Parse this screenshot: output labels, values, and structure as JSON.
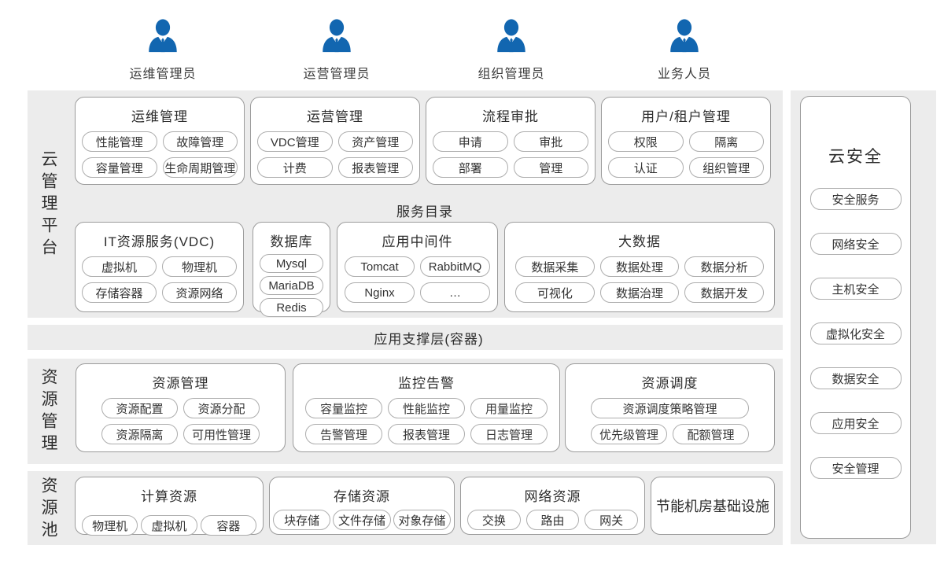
{
  "colors": {
    "accent_blue": "#1266b0",
    "band_bg": "#ececec",
    "block_border": "#9b9b9b",
    "chip_border": "#adadad",
    "text": "#2f2f2f"
  },
  "personas": [
    "运维管理员",
    "运营管理员",
    "组织管理员",
    "业务人员"
  ],
  "left_labels": {
    "cloud_platform": "云管理平台",
    "resource_management": "资源管理",
    "resource_pool": "资源池"
  },
  "platform_row": [
    {
      "title": "运维管理",
      "items": [
        "性能管理",
        "故障管理",
        "容量管理",
        "生命周期管理"
      ]
    },
    {
      "title": "运营管理",
      "items": [
        "VDC管理",
        "资产管理",
        "计费",
        "报表管理"
      ]
    },
    {
      "title": "流程审批",
      "items": [
        "申请",
        "审批",
        "部署",
        "管理"
      ]
    },
    {
      "title": "用户/租户管理",
      "items": [
        "权限",
        "隔离",
        "认证",
        "组织管理"
      ]
    }
  ],
  "service_catalog": {
    "title": "服务目录",
    "blocks": [
      {
        "title": "IT资源服务(VDC)",
        "items": [
          "虚拟机",
          "物理机",
          "存储容器",
          "资源网络"
        ]
      },
      {
        "title": "数据库",
        "items": [
          "Mysql",
          "MariaDB",
          "Redis"
        ]
      },
      {
        "title": "应用中间件",
        "items": [
          "Tomcat",
          "RabbitMQ",
          "Nginx",
          "…"
        ]
      },
      {
        "title": "大数据",
        "items": [
          "数据采集",
          "数据处理",
          "数据分析",
          "可视化",
          "数据治理",
          "数据开发"
        ]
      }
    ]
  },
  "support_layer_title": "应用支撑层(容器)",
  "resource_management_row": [
    {
      "title": "资源管理",
      "items": [
        "资源配置",
        "资源分配",
        "资源隔离",
        "可用性管理"
      ]
    },
    {
      "title": "监控告警",
      "items": [
        "容量监控",
        "性能监控",
        "用量监控",
        "告警管理",
        "报表管理",
        "日志管理"
      ]
    },
    {
      "title": "资源调度",
      "items": [
        "优先级管理",
        "配额管理"
      ],
      "wide_item": "资源调度策略管理"
    }
  ],
  "resource_pool_row": [
    {
      "title": "计算资源",
      "items": [
        "物理机",
        "虚拟机",
        "容器"
      ]
    },
    {
      "title": "存储资源",
      "items": [
        "块存储",
        "文件存储",
        "对象存储"
      ]
    },
    {
      "title": "网络资源",
      "items": [
        "交换",
        "路由",
        "网关"
      ]
    },
    {
      "title": "节能机房基础设施",
      "items": []
    }
  ],
  "security_panel": {
    "title": "云安全",
    "items": [
      "安全服务",
      "网络安全",
      "主机安全",
      "虚拟化安全",
      "数据安全",
      "应用安全",
      "安全管理"
    ]
  }
}
